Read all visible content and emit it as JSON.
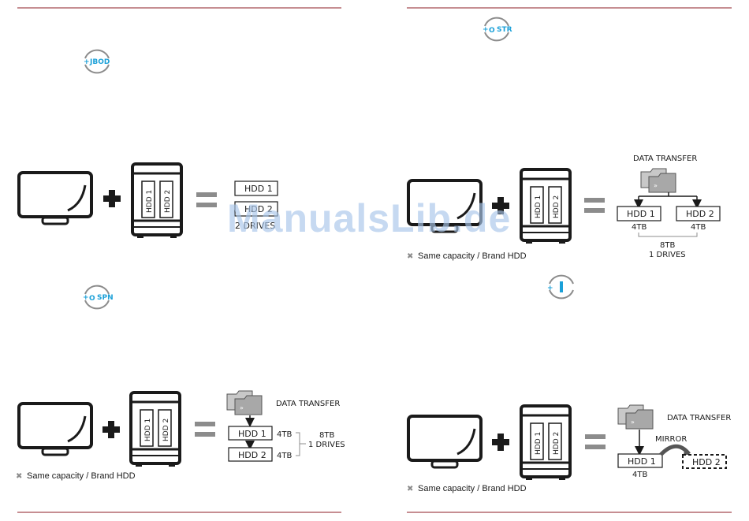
{
  "colors": {
    "rule": "#8c1c24",
    "accent": "#1ba0d8",
    "stroke": "#1a1a1a",
    "gray": "#8c8c8c"
  },
  "watermark": "ManualsLib.de",
  "panels": {
    "jbod": {
      "badge": "JBOD",
      "drive_labels": [
        "HDD 1",
        "HDD 2"
      ],
      "result": [
        "HDD 1",
        "HDD 2"
      ],
      "drives_text": "2 DRIVES"
    },
    "str": {
      "badge": "STR",
      "drive_labels": [
        "HDD 1",
        "HDD 2"
      ],
      "transfer": "DATA TRANSFER",
      "result": [
        "HDD 1",
        "HDD 2"
      ],
      "sizes": [
        "4TB",
        "4TB"
      ],
      "total": "8TB",
      "count": "1 DRIVES",
      "note": "Same capacity / Brand HDD"
    },
    "spn": {
      "badge": "SPN",
      "drive_labels": [
        "HDD 1",
        "HDD 2"
      ],
      "transfer": "DATA TRANSFER",
      "result": [
        "HDD 1",
        "HDD 2"
      ],
      "sizes": [
        "4TB",
        "4TB"
      ],
      "total": "8TB",
      "count": "1 DRIVES",
      "note": "Same capacity / Brand HDD"
    },
    "mirror": {
      "badge": "I",
      "drive_labels": [
        "HDD 1",
        "HDD 2"
      ],
      "transfer": "DATA TRANSFER",
      "mirror_label": "MIRROR",
      "result": [
        "HDD 1",
        "HDD 2"
      ],
      "size": "4TB",
      "note": "Same capacity / Brand HDD"
    }
  }
}
